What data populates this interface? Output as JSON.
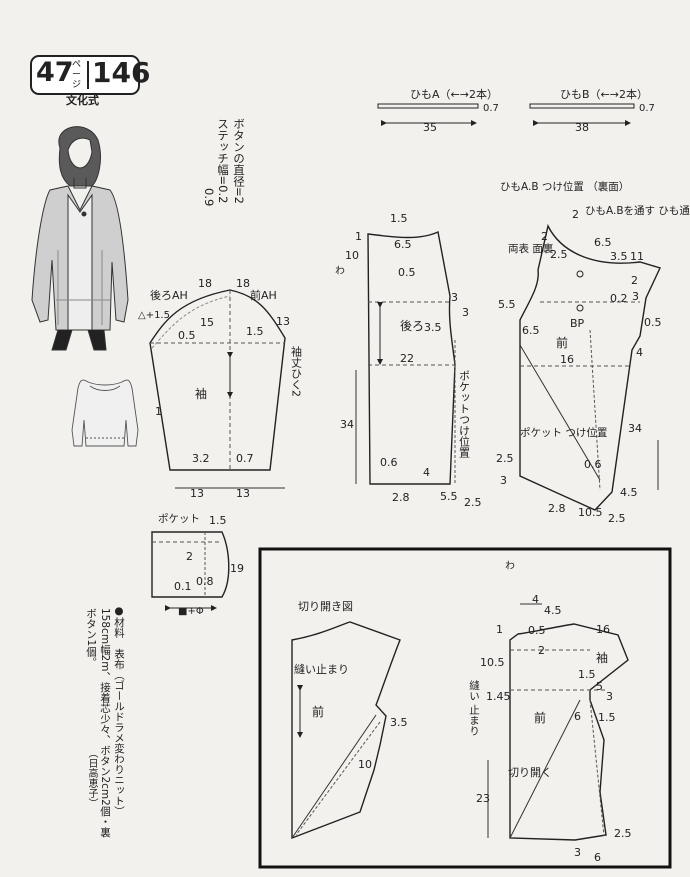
{
  "header": {
    "page_number": "47",
    "page_suffix": "ページ",
    "pattern_number": "146",
    "subtitle": "文化式"
  },
  "notes": {
    "button": [
      "ボタンの直径=2",
      "ステッチ幅=0.2",
      "0.9"
    ],
    "materials": [
      "●材料　表布（ゴールドラメ変わりニット）",
      "158cm幅2m、接着芯少々、ボタン2cm2個・裏",
      "ボタン1個。",
      "（日高恵子）"
    ]
  },
  "ties": {
    "a": {
      "label": "ひもA（←→2本）",
      "width": "0.7",
      "length": "35"
    },
    "b": {
      "label": "ひもB（←→2本）",
      "width": "0.7",
      "length": "38"
    }
  },
  "sleeve": {
    "name": "袖",
    "back_ah": "後ろAH",
    "front_ah": "前AH",
    "cap_left": "18",
    "cap_right": "18",
    "cap_height": "15",
    "dim_05": "0.5",
    "dim_15": "1.5",
    "dim_13": "13",
    "dim_1": "1",
    "dim_32": "3.2",
    "dim_07": "0.7",
    "hem_left": "13",
    "hem_right": "13",
    "tie_text": "袖丈ひく2",
    "delta": "△+1.5"
  },
  "back": {
    "name": "後ろ",
    "wa": "わ",
    "top_15": "1.5",
    "neck_1": "1",
    "neck_10": "10",
    "dim_65": "6.5",
    "dim_05": "0.5",
    "shoulder_3a": "3",
    "shoulder_3b": "3",
    "dim_35": "3.5",
    "dim_22": "22",
    "length_34": "34",
    "dim_06": "0.6",
    "dim_4": "4",
    "hem_28": "2.8",
    "dim_55": "5.5",
    "dim_25": "2.5",
    "pocket_text": "ポケットつけ位置"
  },
  "front": {
    "name": "前",
    "bp": "BP",
    "tie_pos": "ひもA.B\nつけ位置\n（裏面）",
    "tie_pass": "ひもA.Bを通す\nひも通し口",
    "reversible": "両表\n面裏",
    "dim_2a": "2",
    "dim_2b": "2",
    "dim_25a": "2.5",
    "dim_65a": "6.5",
    "dim_35": "3.5",
    "dim_11": "11",
    "dim_55": "5.5",
    "dim_65b": "6.5",
    "dim_3": "3",
    "dim_02": "0.2",
    "dim_05": "0.5",
    "dim_4": "4",
    "dim_16": "16",
    "dim_2c": "2",
    "pocket_text": "ポケット\nつけ位置",
    "length_34": "34",
    "dim_25b": "2.5",
    "dim_3b": "3",
    "dim_06": "0.6",
    "dim_45": "4.5",
    "hem_28": "2.8",
    "dim_105": "10.5",
    "dim_25c": "2.5"
  },
  "pocket": {
    "name": "ポケット",
    "dim_15": "1.5",
    "dim_2": "2",
    "dim_19": "19",
    "dim_01": "0.1",
    "dim_08": "0.8",
    "width": "■+Φ"
  },
  "slash_diagram": {
    "title": "切り開き図",
    "stop": "縫い止まり",
    "front": "前",
    "dim_35": "3.5",
    "dim_10": "10"
  },
  "final_front": {
    "front": "前",
    "sleeve": "袖",
    "wa": "わ",
    "stop": "縫い\n止まり",
    "cut": "切り開く",
    "dim_4": "4",
    "dim_45a": "4.5",
    "dim_16": "16",
    "dim_05": "0.5",
    "dim_1a": "1",
    "dim_2": "2",
    "dim_105": "10.5",
    "dim_145": "1.45",
    "dim_15a": "1.5",
    "dim_5": "5",
    "dim_3a": "3",
    "dim_6a": "6",
    "dim_15b": "1.5",
    "length_23": "23",
    "dim_25": "2.5",
    "dim_3b": "3",
    "dim_6b": "6"
  }
}
